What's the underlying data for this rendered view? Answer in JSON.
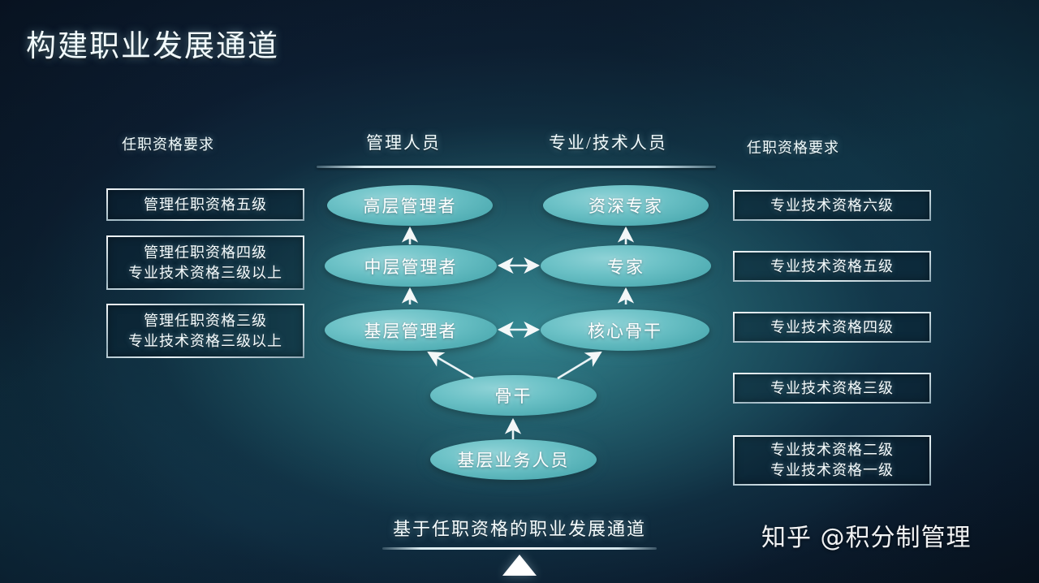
{
  "slide": {
    "title": "构建职业发展通道",
    "background_color": "#0f2c40",
    "accent_color": "#5cb8bc",
    "text_color": "#f2fbfd"
  },
  "headers": {
    "left": "任职资格要求",
    "center_left": "管理人员",
    "center_right": "专业/技术人员",
    "right": "任职资格要求"
  },
  "left_boxes": [
    {
      "line1": "管理任职资格五级",
      "line2": ""
    },
    {
      "line1": "管理任职资格四级",
      "line2": "专业技术资格三级以上"
    },
    {
      "line1": "管理任职资格三级",
      "line2": "专业技术资格三级以上"
    }
  ],
  "right_boxes": [
    {
      "line1": "专业技术资格六级",
      "line2": ""
    },
    {
      "line1": "专业技术资格五级",
      "line2": ""
    },
    {
      "line1": "专业技术资格四级",
      "line2": ""
    },
    {
      "line1": "专业技术资格三级",
      "line2": ""
    },
    {
      "line1": "专业技术资格二级",
      "line2": "专业技术资格一级"
    }
  ],
  "nodes": {
    "management": [
      {
        "label": "高层管理者"
      },
      {
        "label": "中层管理者"
      },
      {
        "label": "基层管理者"
      }
    ],
    "technical": [
      {
        "label": "资深专家"
      },
      {
        "label": "专家"
      },
      {
        "label": "核心骨干"
      }
    ],
    "shared": [
      {
        "label": "骨干"
      },
      {
        "label": "基层业务人员"
      }
    ]
  },
  "caption": "基于任职资格的职业发展通道",
  "watermark": "知乎 @积分制管理"
}
